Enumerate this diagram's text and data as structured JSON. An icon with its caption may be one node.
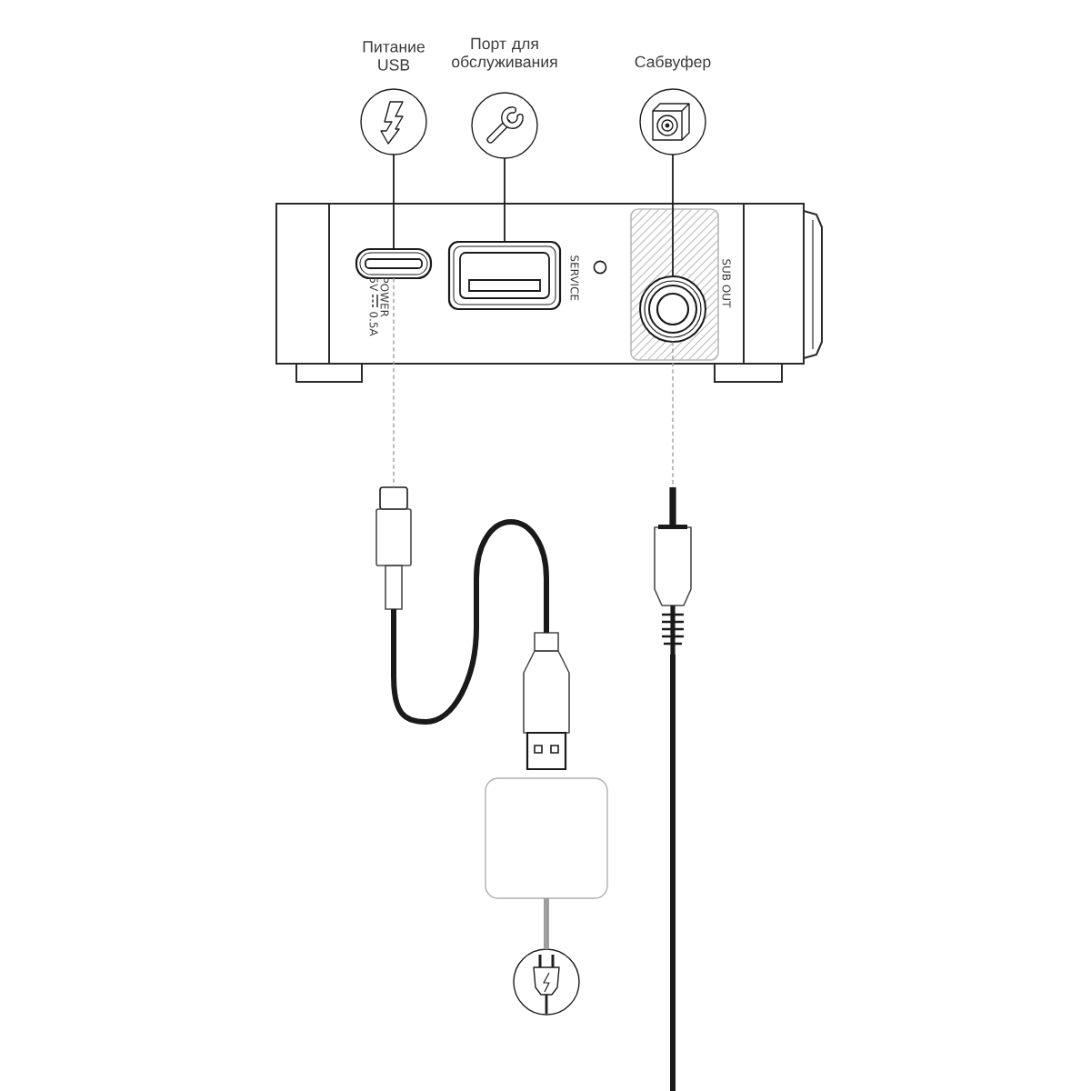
{
  "diagram": {
    "nodes": [
      {
        "text": [
          "Питание USB"
        ]
      },
      {
        "text": [
          "Порт для обслуживания"
        ]
      },
      {
        "text": [
          "Сабвуфер"
        ]
      },
      {
        "text": [],
        "shape": "picture"
      },
      {
        "text": [],
        "shape": "picture",
        "in": 3,
        "beside": [
          "POWER",
          "5V",
          "0.5A"
        ]
      },
      {
        "text": [],
        "shape": "picture",
        "in": 3,
        "beside": [
          "SERVICE"
        ]
      },
      {
        "text": [],
        "shape": "picture",
        "in": 3,
        "beside": [
          "SUB OUT"
        ]
      },
      {
        "text": [],
        "shape": "picture"
      },
      {
        "text": [],
        "shape": "picture"
      },
      {
        "text": [],
        "shape": "picture"
      },
      {
        "text": [],
        "shape": "box"
      },
      {
        "text": [],
        "shape": "circle"
      }
    ],
    "edges": [
      {
        "from": 0,
        "to": 4,
        "arrow": "none"
      },
      {
        "from": 1,
        "to": 5,
        "arrow": "none"
      },
      {
        "from": 2,
        "to": 6,
        "arrow": "none"
      },
      {
        "from": 4,
        "to": 7,
        "arrow": "none",
        "style": "dashed",
        "color": "#9e9e9e"
      },
      {
        "from": 6,
        "to": 8,
        "arrow": "none",
        "style": "dashed",
        "color": "#9e9e9e"
      },
      {
        "from": 7,
        "to": 9,
        "arrow": "none",
        "style": "thick"
      },
      {
        "from": 8,
        "to": null,
        "arrow": "none",
        "style": "thick"
      },
      {
        "from": 10,
        "to": 11,
        "arrow": "none",
        "style": "thick",
        "color": "#9e9e9e"
      }
    ]
  }
}
